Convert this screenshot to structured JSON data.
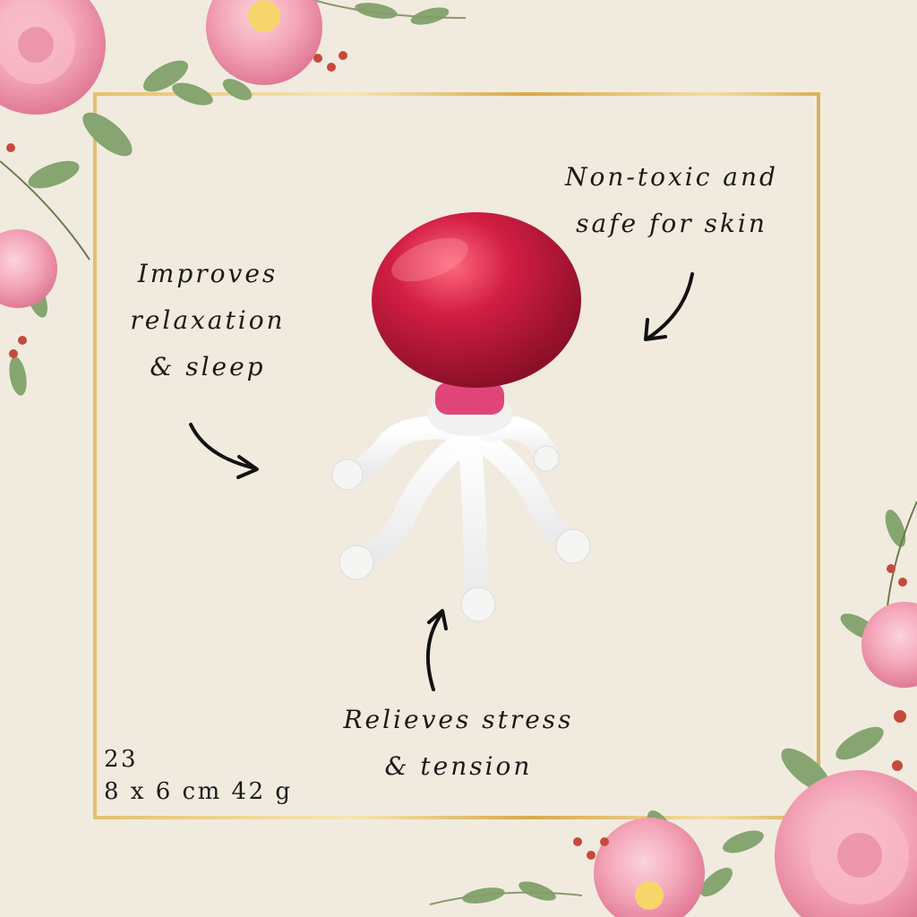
{
  "benefits": {
    "relaxation": {
      "line1": "Improves",
      "line2": "relaxation",
      "line3": "& sleep"
    },
    "safety": {
      "line1": "Non-toxic and",
      "line2": "safe for skin"
    },
    "stress": {
      "line1": "Relieves stress",
      "line2": "& tension"
    }
  },
  "specs": {
    "code": "23",
    "size_weight": "8 x 6 cm 42 g"
  },
  "colors": {
    "background": "#f1ebdf",
    "frame_gold": "#dcb458",
    "ball_red": "#c8173a",
    "neck_pink": "#e0457a",
    "legs_white": "#f7f7f5",
    "rose_pink": "#f3a2b8",
    "leaf_green": "#86a571"
  },
  "icons": [
    "rose-icon",
    "leaf-icon",
    "arrow-icon"
  ]
}
